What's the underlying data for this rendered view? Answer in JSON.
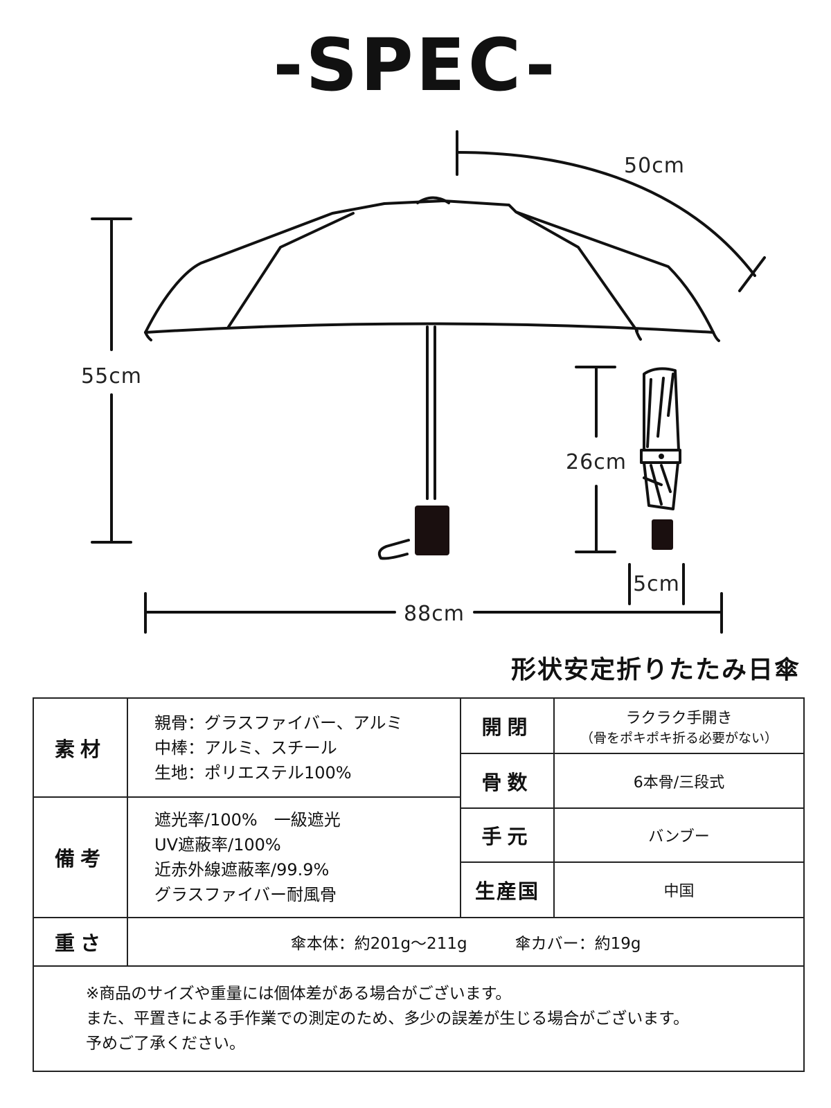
{
  "title": "-SPEC-",
  "dimensions": {
    "canopy_arc": "50cm",
    "total_length": "55cm",
    "folded_length": "26cm",
    "folded_width": "5cm",
    "span": "88cm"
  },
  "product_name": "形状安定折りたたみ日傘",
  "spec": {
    "material": {
      "header": "素材",
      "lines": [
        "親骨：グラスファイバー、アルミ",
        "中棒：アルミ、スチール",
        "生地：ポリエステル100%"
      ]
    },
    "opening": {
      "header": "開閉",
      "line1": "ラクラク手開き",
      "line2": "（骨をポキポキ折る必要がない）"
    },
    "ribs": {
      "header": "骨数",
      "value": "6本骨/三段式"
    },
    "notes": {
      "header": "備考",
      "lines": [
        "遮光率/100%　一級遮光",
        "UV遮蔽率/100%",
        "近赤外線遮蔽率/99.9%",
        "グラスファイバー耐風骨"
      ]
    },
    "handle": {
      "header": "手元",
      "value": "バンブー"
    },
    "origin": {
      "header": "生産国",
      "value": "中国"
    },
    "weight": {
      "header": "重さ",
      "body": "傘本体：約201g〜211g",
      "cover": "傘カバー：約19g"
    }
  },
  "disclaimer": [
    "※商品のサイズや重量には個体差がある場合がございます。",
    "また、平置きによる手作業での測定のため、多少の誤差が生じる場合がございます。",
    "予めご了承ください。"
  ]
}
